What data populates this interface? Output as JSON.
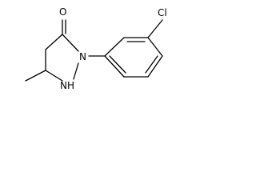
{
  "molecule": {
    "atoms": {
      "oxygen": "O",
      "nitrogen": "N",
      "amine": "NH",
      "chlorine": "Cl"
    }
  }
}
